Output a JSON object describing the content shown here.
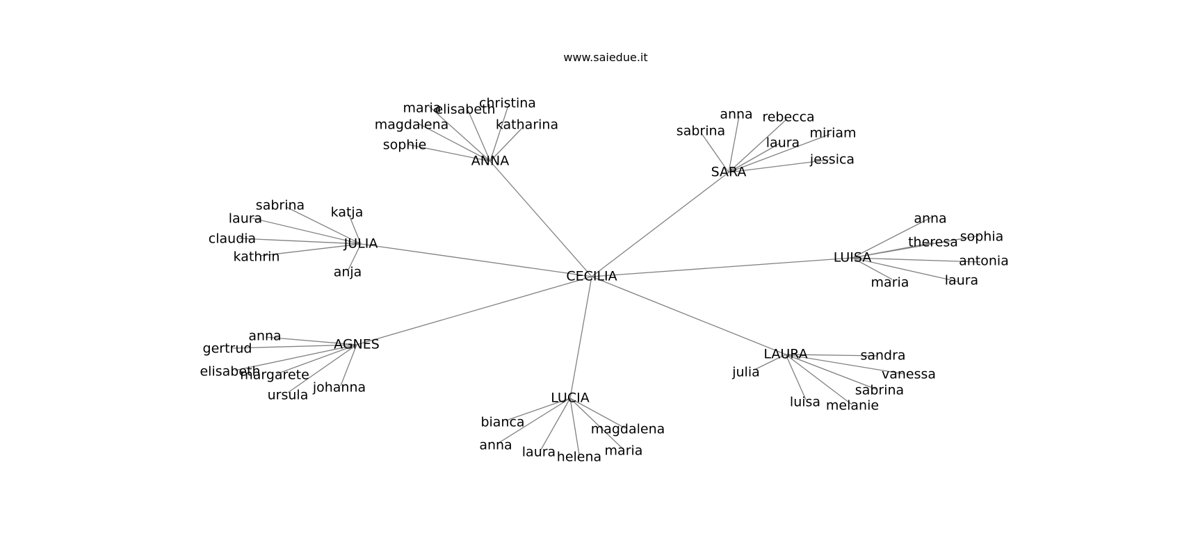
{
  "title": "www.saiedue.it",
  "colors": {
    "edge": "#808080",
    "text": "#000000",
    "background": "#ffffff"
  },
  "center": "CECILIA",
  "groups": [
    {
      "id": "anna",
      "name": "ANNA",
      "children": [
        "maria",
        "elisabeth",
        "christina",
        "magdalena",
        "katharina",
        "sophie"
      ]
    },
    {
      "id": "sara",
      "name": "SARA",
      "children": [
        "anna",
        "rebecca",
        "sabrina",
        "laura",
        "miriam",
        "jessica"
      ]
    },
    {
      "id": "julia",
      "name": "JULIA",
      "children": [
        "sabrina",
        "katja",
        "laura",
        "claudia",
        "kathrin",
        "anja"
      ]
    },
    {
      "id": "luisa",
      "name": "LUISA",
      "children": [
        "anna",
        "sophia",
        "theresa",
        "antonia",
        "maria",
        "laura"
      ]
    },
    {
      "id": "agnes",
      "name": "AGNES",
      "children": [
        "anna",
        "gertrud",
        "elisabeth",
        "margarete",
        "ursula",
        "johanna"
      ]
    },
    {
      "id": "laura",
      "name": "LAURA",
      "children": [
        "sandra",
        "julia",
        "vanessa",
        "sabrina",
        "luisa",
        "melanie"
      ]
    },
    {
      "id": "lucia",
      "name": "LUCIA",
      "children": [
        "bianca",
        "magdalena",
        "anna",
        "laura",
        "helena",
        "maria"
      ]
    }
  ]
}
